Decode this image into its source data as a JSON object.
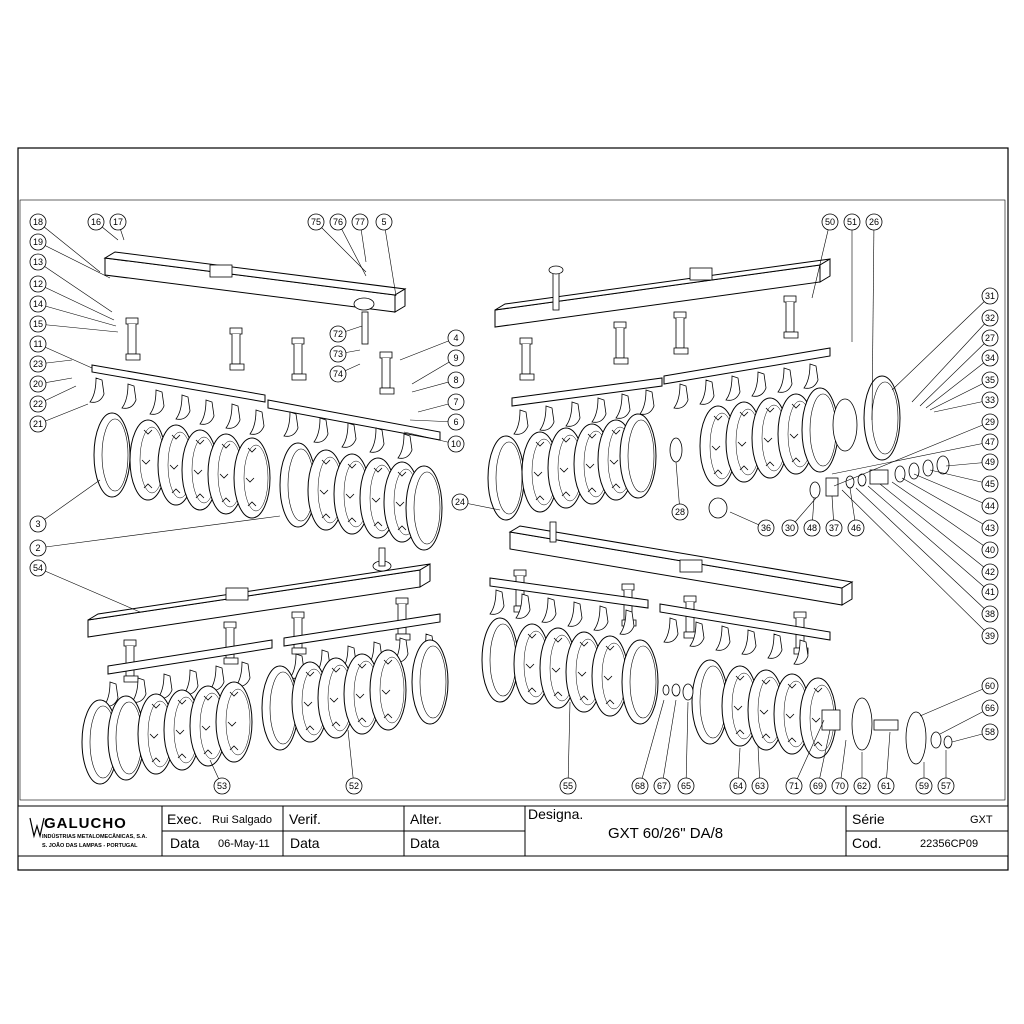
{
  "callouts": [
    "18",
    "16",
    "17",
    "75",
    "76",
    "77",
    "5",
    "19",
    "13",
    "12",
    "14",
    "15",
    "11",
    "23",
    "20",
    "22",
    "21",
    "72",
    "73",
    "74",
    "4",
    "9",
    "8",
    "7",
    "6",
    "10",
    "3",
    "2",
    "50",
    "51",
    "26",
    "31",
    "32",
    "27",
    "34",
    "35",
    "33",
    "29",
    "47",
    "49",
    "45",
    "44",
    "43",
    "40",
    "42",
    "41",
    "38",
    "39",
    "24",
    "28",
    "36",
    "30",
    "48",
    "37",
    "46",
    "54",
    "53",
    "52",
    "55",
    "68",
    "67",
    "65",
    "64",
    "63",
    "71",
    "69",
    "70",
    "62",
    "61",
    "60",
    "66",
    "58",
    "59",
    "57"
  ],
  "title_block": {
    "company": {
      "brand": "GALUCHO",
      "line1": "INDÚSTRIAS METALOMECÂNICAS, S.A.",
      "line2": "S. JOÃO DAS LAMPAS - PORTUGAL"
    },
    "exec_label": "Exec.",
    "exec_value": "Rui Salgado",
    "verif_label": "Verif.",
    "alter_label": "Alter.",
    "data_label_1": "Data",
    "data_value_1": "06-May-11",
    "data_label_2": "Data",
    "data_label_3": "Data",
    "designa_label": "Designa.",
    "designa_value": "GXT 60/26\" DA/8",
    "serie_label": "Série",
    "serie_value": "GXT",
    "cod_label": "Cod.",
    "cod_value": "22356CP09"
  }
}
